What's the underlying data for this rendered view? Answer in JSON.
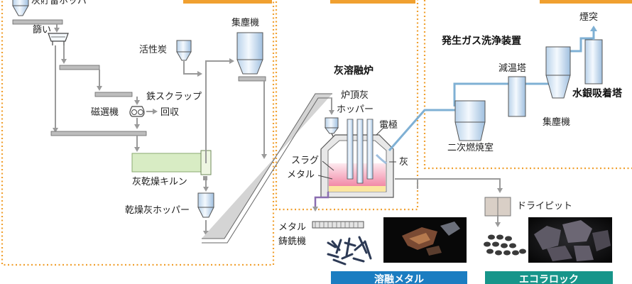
{
  "labels": {
    "ash_hopper": "灰貯留ホッパ",
    "sieve": "篩い",
    "activated_carbon": "活性炭",
    "dust_collector_1": "集塵機",
    "iron_scrap": "鉄スクラップ",
    "recovery": "回収",
    "magnetic_separator": "磁選機",
    "ash_dryer_kiln": "灰乾燥キルン",
    "dry_ash_hopper": "乾燥灰ホッパー",
    "furnace_title": "灰溶融炉",
    "furnace_top_ash": "炉頂灰",
    "hopper": "ホッパー",
    "electrode": "電極",
    "slag": "スラグ",
    "metal": "メタル",
    "ash": "灰",
    "gas_title": "発生ガス洗浄装置",
    "chimney": "煙突",
    "cooling_tower": "減温塔",
    "mercury_adsorber": "水銀吸着塔",
    "dust_collector_2": "集塵機",
    "secondary_combustion": "二次燃焼室",
    "dry_pit": "ドライピット",
    "metal_casting_1": "メタル",
    "metal_casting_2": "鋳銑機",
    "molten_metal": "溶融メタル",
    "eco_rock": "エコラロック"
  },
  "colors": {
    "frame_orange": "#f0a030",
    "pipe_blue": "#7fb0d4",
    "product_blue": "#1b7dc1",
    "product_teal": "#17958a",
    "kiln_green": "#d8ecc4",
    "arrow_gray": "#9a9a9a"
  },
  "icons": [
    "hopper-icon",
    "sieve-icon",
    "magnet-icon",
    "kiln-icon",
    "furnace-icon",
    "electrode-icon",
    "tower-icon",
    "dry-pit-icon",
    "casting-machine-icon",
    "metal-photo",
    "rock-photo"
  ]
}
